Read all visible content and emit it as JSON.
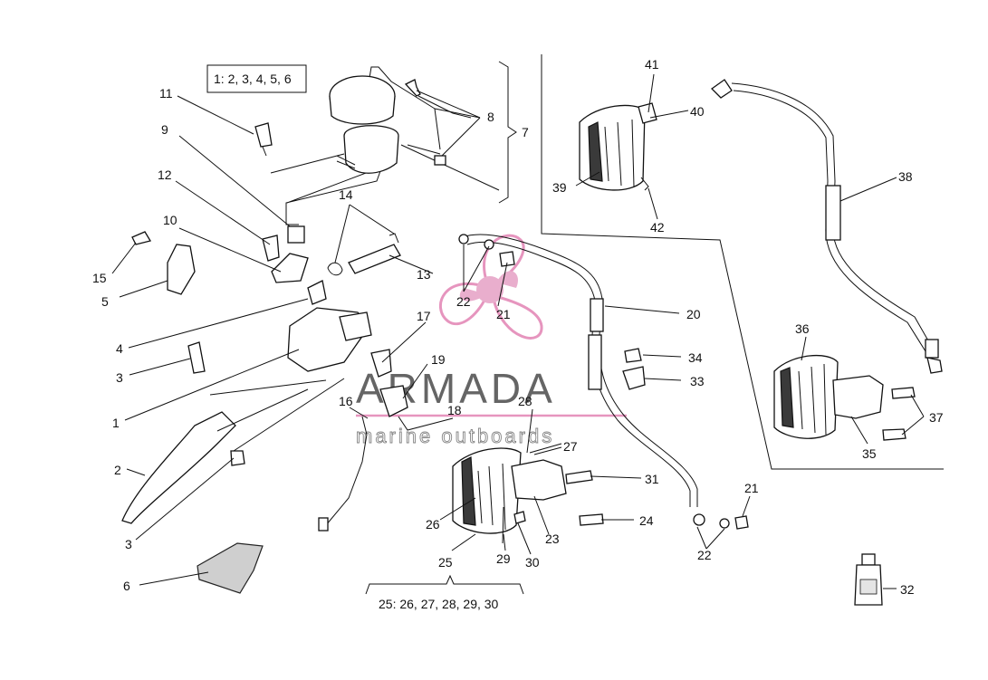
{
  "brand": {
    "name": "ARMADA",
    "tagline": "marine outboards",
    "accent": "#e7a6c8",
    "accent_dark": "#e48ab8"
  },
  "kit_labels": {
    "top_kit": "1: 2, 3, 4, 5, 6",
    "caliper_kit": "25: 26, 27, 28, 29, 30"
  },
  "callouts": [
    "1",
    "2",
    "3",
    "3",
    "4",
    "5",
    "6",
    "7",
    "8",
    "9",
    "10",
    "11",
    "12",
    "13",
    "14",
    "15",
    "16",
    "17",
    "18",
    "19",
    "20",
    "21",
    "21",
    "22",
    "22",
    "23",
    "24",
    "25",
    "25",
    "26",
    "27",
    "28",
    "29",
    "30",
    "31",
    "32",
    "33",
    "34",
    "35",
    "36",
    "37",
    "38",
    "39",
    "40",
    "41",
    "42"
  ]
}
